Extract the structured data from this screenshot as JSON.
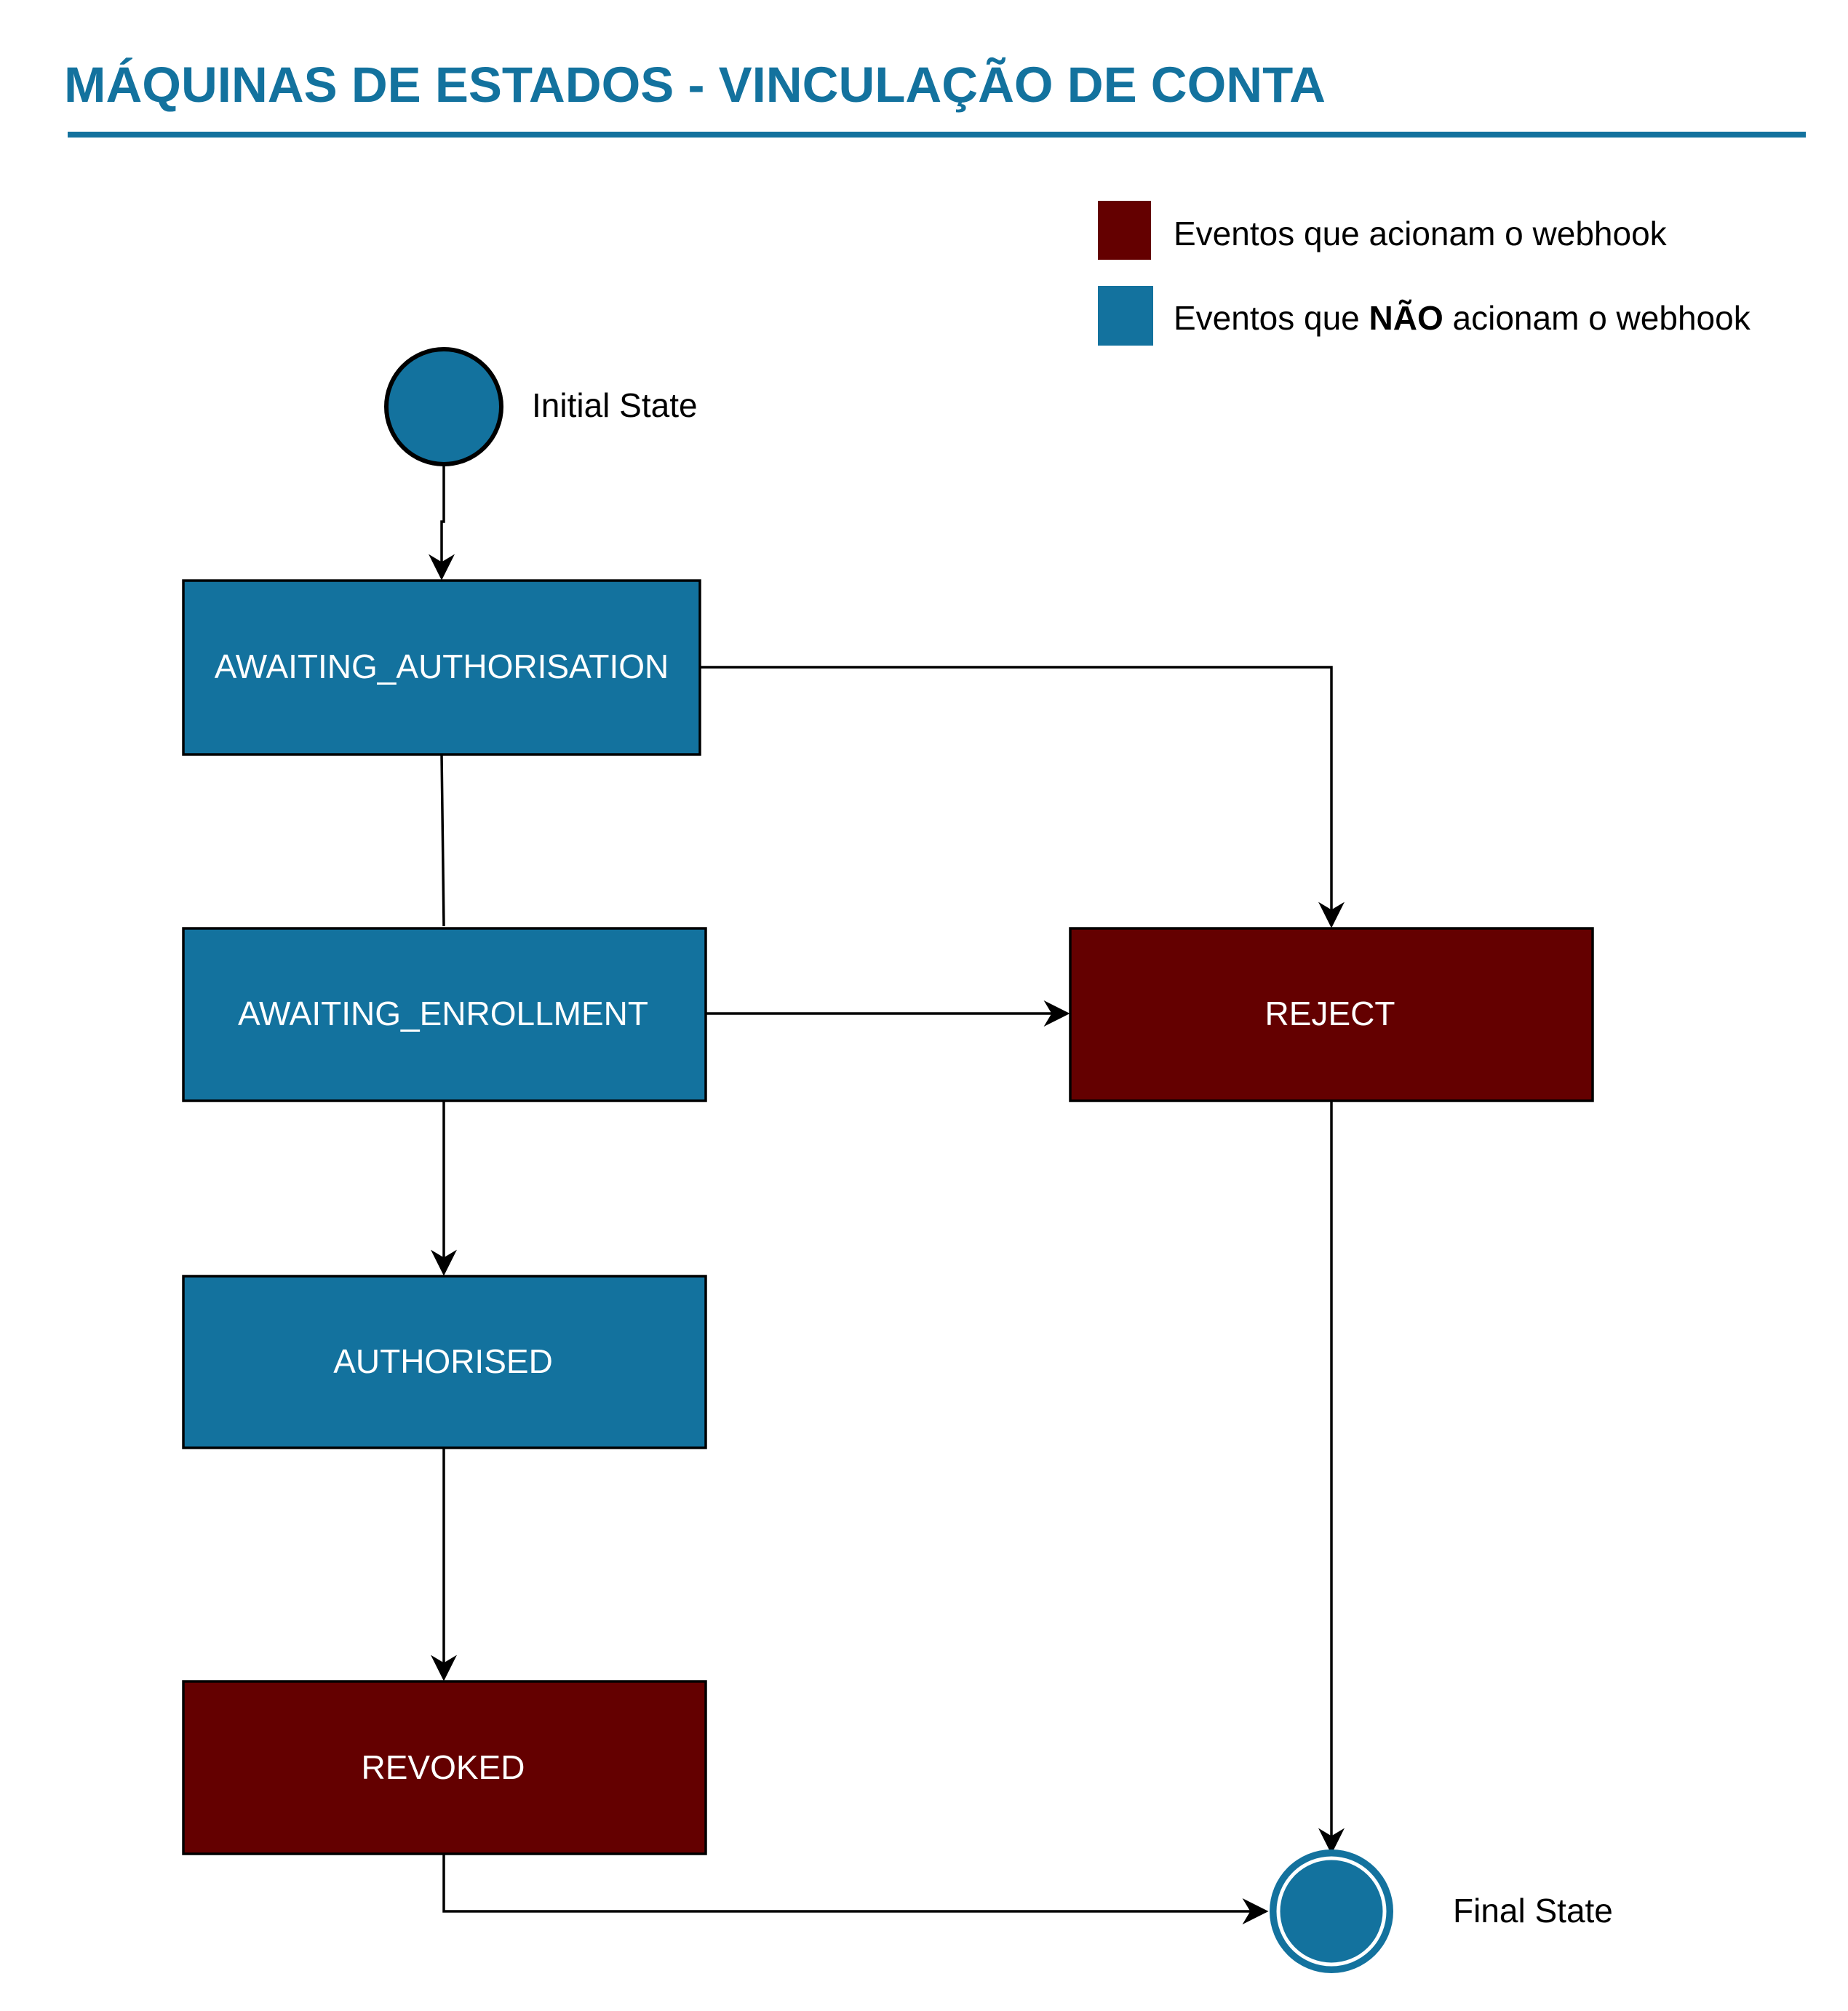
{
  "title": "MÁQUINAS DE ESTADOS  - VINCULAÇÃO DE CONTA",
  "colors": {
    "accent": "#13729e",
    "webhook": "#640000",
    "no_webhook": "#13729e",
    "line": "#000000"
  },
  "legend": {
    "webhook": {
      "text": "Eventos que acionam o webhook"
    },
    "no_webhook": {
      "prefix": "Eventos que ",
      "bold": "NÃO",
      "suffix": " acionam o webhook"
    }
  },
  "initial_state": {
    "label": "Initial State"
  },
  "final_state": {
    "label": "Final State"
  },
  "states": {
    "awaiting_authorisation": {
      "label": "AWAITING_AUTHORISATION",
      "kind": "no_webhook"
    },
    "awaiting_enrollment": {
      "label": "AWAITING_ENROLLMENT",
      "kind": "no_webhook"
    },
    "authorised": {
      "label": "AUTHORISED",
      "kind": "no_webhook"
    },
    "revoked": {
      "label": "REVOKED",
      "kind": "webhook"
    },
    "reject": {
      "label": "REJECT",
      "kind": "webhook"
    }
  },
  "transitions": [
    {
      "from": "initial",
      "to": "awaiting_authorisation"
    },
    {
      "from": "awaiting_authorisation",
      "to": "awaiting_enrollment"
    },
    {
      "from": "awaiting_authorisation",
      "to": "reject"
    },
    {
      "from": "awaiting_enrollment",
      "to": "reject"
    },
    {
      "from": "awaiting_enrollment",
      "to": "authorised"
    },
    {
      "from": "authorised",
      "to": "revoked"
    },
    {
      "from": "reject",
      "to": "final"
    },
    {
      "from": "revoked",
      "to": "final"
    }
  ]
}
